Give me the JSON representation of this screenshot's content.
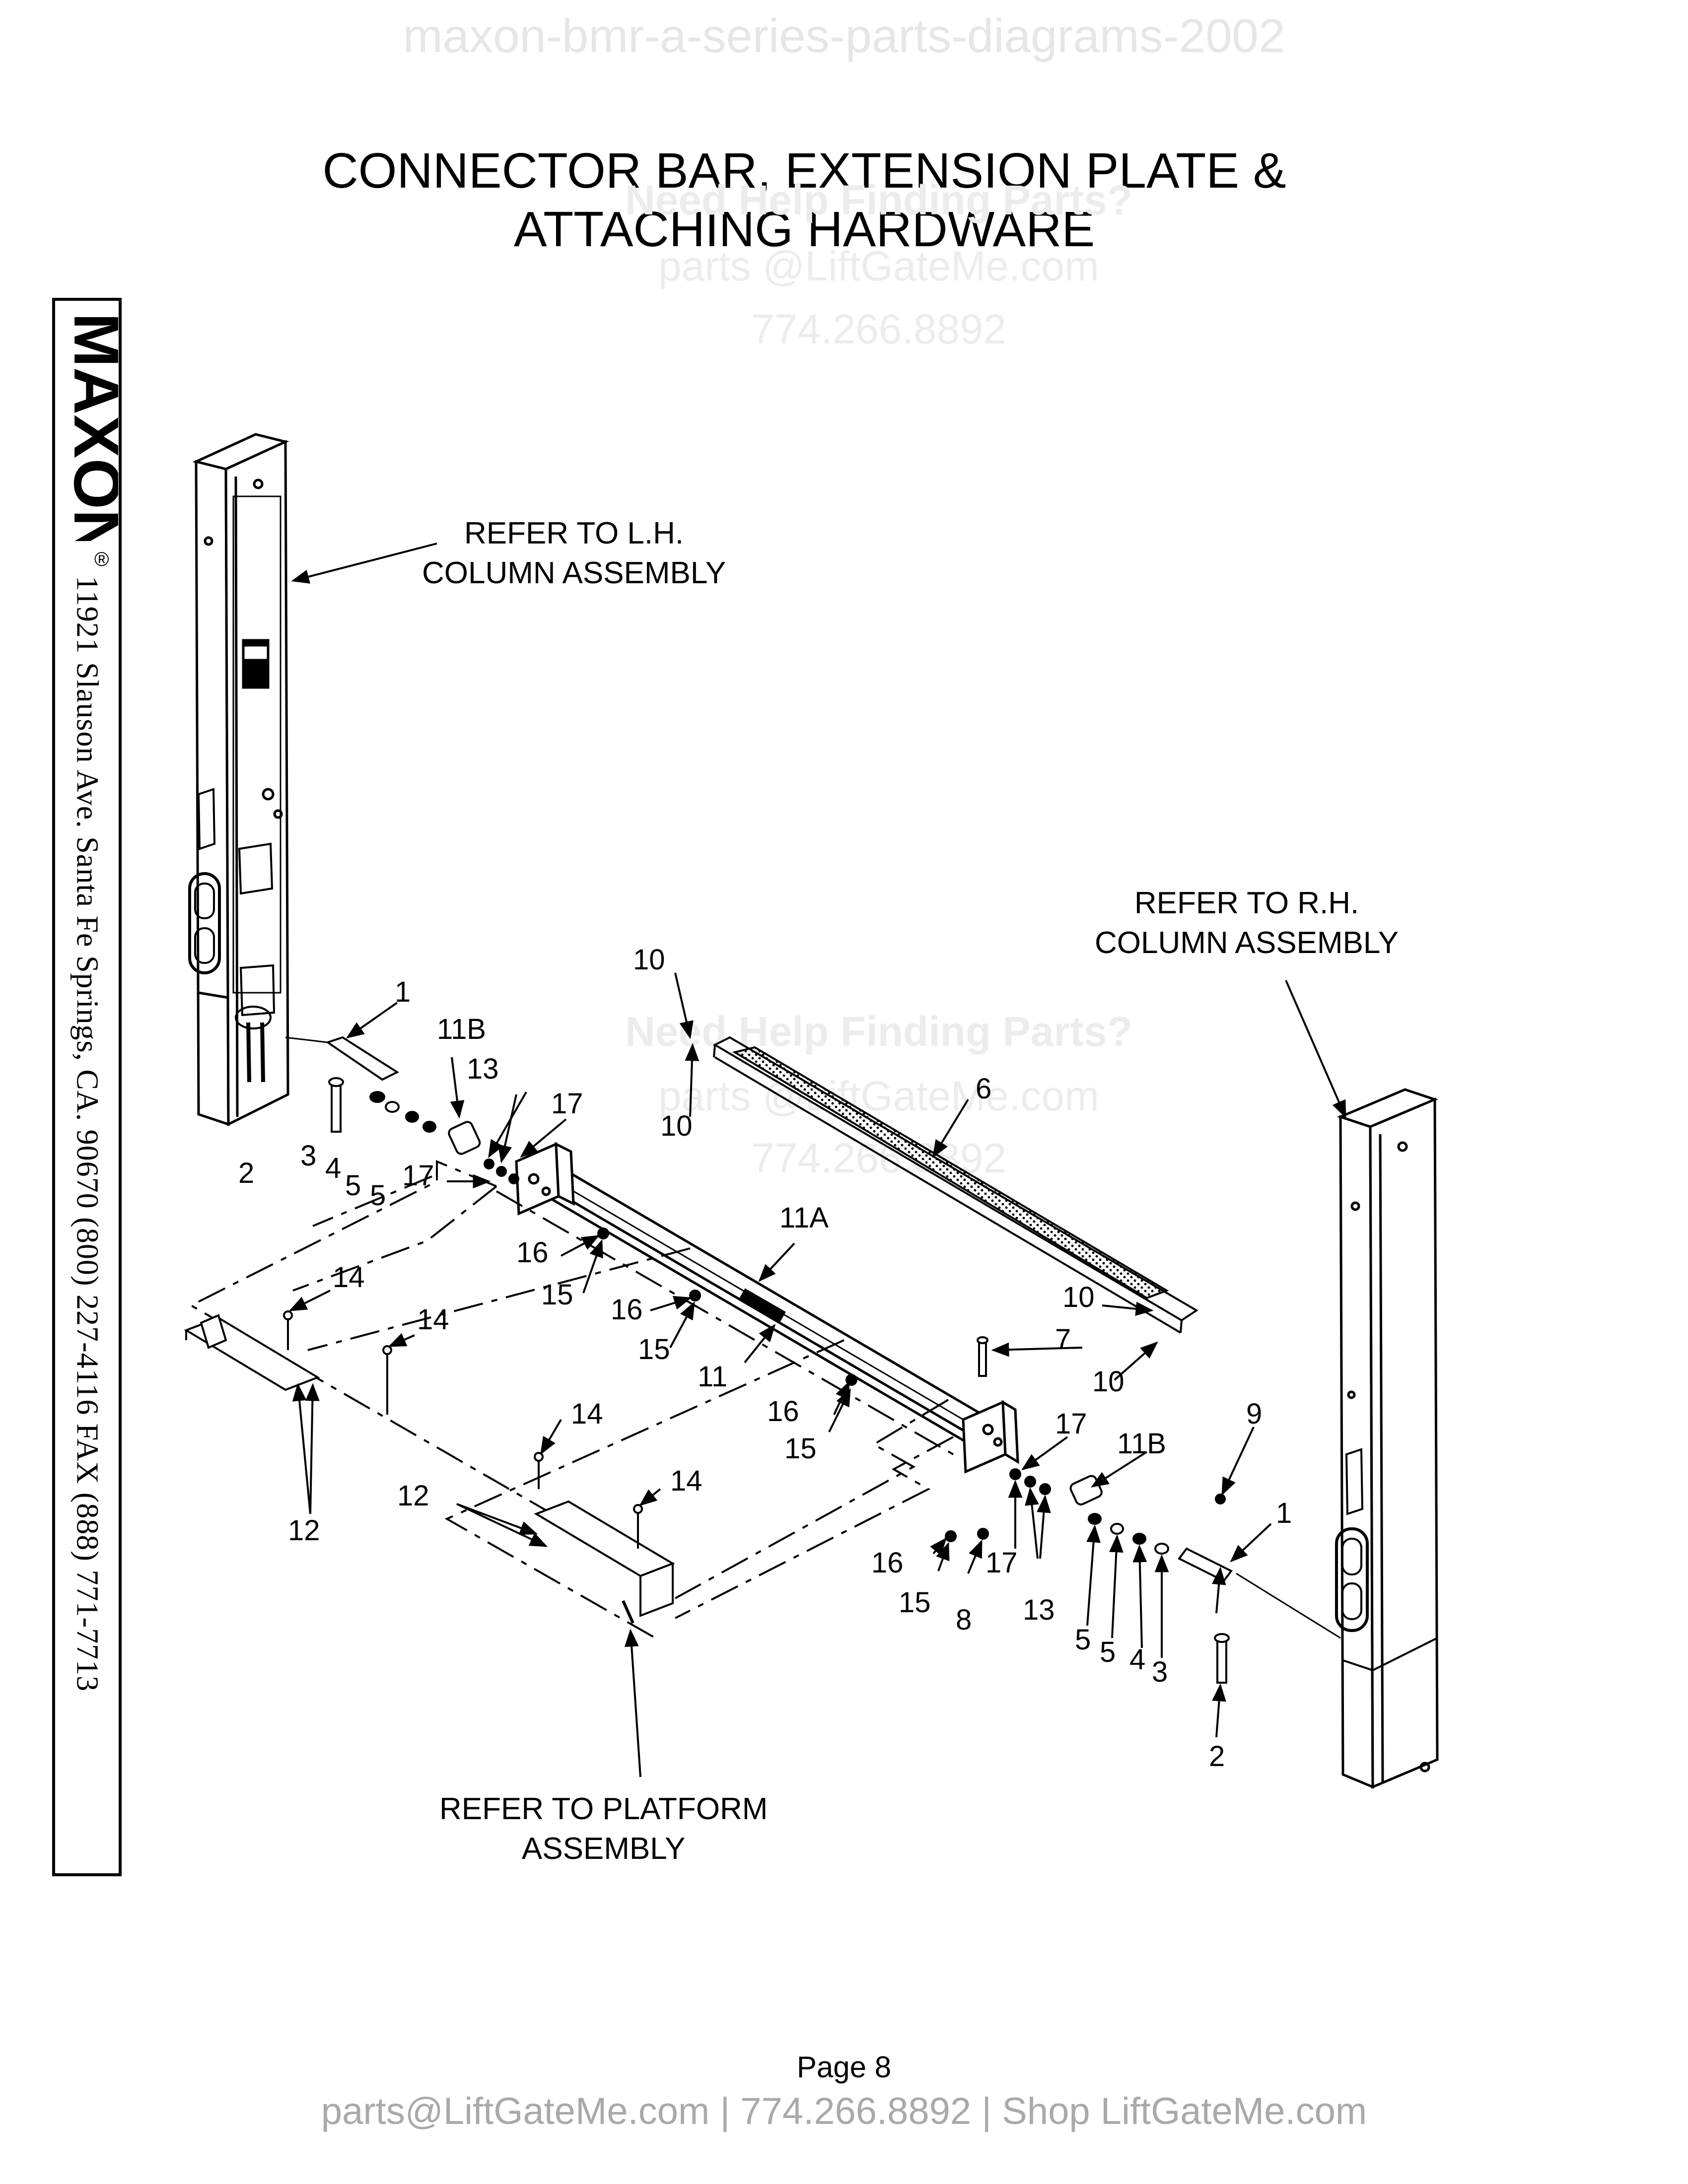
{
  "watermark_top": "maxon-bmr-a-series-parts-diagrams-2002",
  "title_line1": "CONNECTOR BAR, EXTENSION PLATE &",
  "title_line2": "ATTACHING HARDWARE",
  "watermark": {
    "help": "Need Help Finding Parts?",
    "email": "parts @LiftGateMe.com",
    "phone": "774.266.8892"
  },
  "brand": {
    "logo": "MAXON",
    "registered": "®",
    "address": "11921 Slauson Ave.  Santa Fe Springs, CA.  90670  (800) 227-4116  FAX (888) 771-7713"
  },
  "callouts": {
    "lh_column": [
      "REFER TO L.H.",
      "COLUMN ASSEMBLY"
    ],
    "rh_column": [
      "REFER TO R.H.",
      "COLUMN ASSEMBLY"
    ],
    "platform": [
      "REFER TO PLATFORM",
      "ASSEMBLY"
    ]
  },
  "part_numbers": {
    "p1a": "1",
    "p2a": "2",
    "p3a": "3",
    "p4a": "4",
    "p5a": "5",
    "p5b": "5",
    "p11Ba": "11B",
    "p13a": "13",
    "p17a": "17",
    "p17b": "17",
    "p10a": "10",
    "p10b": "10",
    "p6": "6",
    "p11A": "11A",
    "p16a": "16",
    "p15a": "15",
    "p14a": "14",
    "p14b": "14",
    "p16b": "16",
    "p15b": "15",
    "p11": "11",
    "p12a": "12",
    "p10c": "10",
    "p10d": "10",
    "p7": "7",
    "p16c": "16",
    "p15c": "15",
    "p14c": "14",
    "p14d": "14",
    "p12b": "12",
    "p17c": "17",
    "p11Bb": "11B",
    "p9": "9",
    "p1b": "1",
    "p16d": "16",
    "p15d": "15",
    "p8": "8",
    "p17d": "17",
    "p13b": "13",
    "p5c": "5",
    "p5d": "5",
    "p4b": "4",
    "p3b": "3",
    "p2b": "2"
  },
  "page_label": "Page  8",
  "footer": "parts@LiftGateMe.com | 774.266.8892 | Shop LiftGateMe.com"
}
